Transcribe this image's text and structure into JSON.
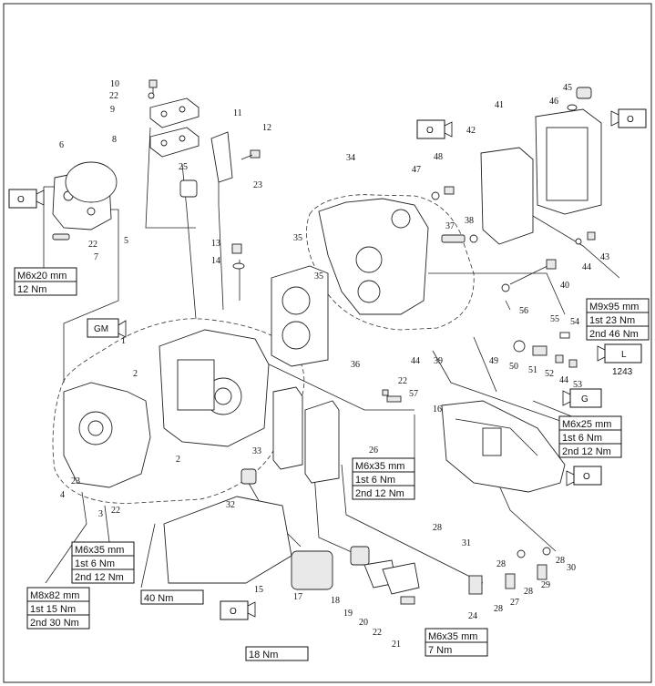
{
  "parts": [
    {
      "n": "1"
    },
    {
      "n": "2"
    },
    {
      "n": "2"
    },
    {
      "n": "3"
    },
    {
      "n": "4"
    },
    {
      "n": "5"
    },
    {
      "n": "6"
    },
    {
      "n": "7"
    },
    {
      "n": "8"
    },
    {
      "n": "9"
    },
    {
      "n": "10"
    },
    {
      "n": "11"
    },
    {
      "n": "12"
    },
    {
      "n": "13"
    },
    {
      "n": "14"
    },
    {
      "n": "15"
    },
    {
      "n": "16"
    },
    {
      "n": "17"
    },
    {
      "n": "18"
    },
    {
      "n": "19"
    },
    {
      "n": "20"
    },
    {
      "n": "21"
    },
    {
      "n": "22"
    },
    {
      "n": "22"
    },
    {
      "n": "22"
    },
    {
      "n": "22"
    },
    {
      "n": "22"
    },
    {
      "n": "23"
    },
    {
      "n": "23"
    },
    {
      "n": "24"
    },
    {
      "n": "25"
    },
    {
      "n": "26"
    },
    {
      "n": "27"
    },
    {
      "n": "28"
    },
    {
      "n": "28"
    },
    {
      "n": "28"
    },
    {
      "n": "28"
    },
    {
      "n": "28"
    },
    {
      "n": "29"
    },
    {
      "n": "30"
    },
    {
      "n": "31"
    },
    {
      "n": "32"
    },
    {
      "n": "33"
    },
    {
      "n": "34"
    },
    {
      "n": "35"
    },
    {
      "n": "35"
    },
    {
      "n": "36"
    },
    {
      "n": "37"
    },
    {
      "n": "38"
    },
    {
      "n": "39"
    },
    {
      "n": "40"
    },
    {
      "n": "41"
    },
    {
      "n": "42"
    },
    {
      "n": "43"
    },
    {
      "n": "44"
    },
    {
      "n": "44"
    },
    {
      "n": "44"
    },
    {
      "n": "45"
    },
    {
      "n": "46"
    },
    {
      "n": "47"
    },
    {
      "n": "48"
    },
    {
      "n": "49"
    },
    {
      "n": "50"
    },
    {
      "n": "51"
    },
    {
      "n": "52"
    },
    {
      "n": "53"
    },
    {
      "n": "54"
    },
    {
      "n": "55"
    },
    {
      "n": "56"
    },
    {
      "n": "57"
    }
  ],
  "specs": {
    "s1": {
      "l1": "M6x20 mm",
      "l2": "12 Nm"
    },
    "s2": {
      "l1": "M9x95 mm",
      "l2": "1st  23 Nm",
      "l3": "2nd 46 Nm"
    },
    "s3": {
      "l1": "M6x25 mm",
      "l2": "1st   6 Nm",
      "l3": "2nd 12 Nm"
    },
    "s4": {
      "l1": "M6x35 mm",
      "l2": "1st   6 Nm",
      "l3": "2nd 12 Nm"
    },
    "s5": {
      "l1": "M6x35 mm",
      "l2": "1st   6 Nm",
      "l3": "2nd 12 Nm"
    },
    "s6": {
      "l1": "M8x82 mm",
      "l2": "1st  15 Nm",
      "l3": "2nd 30 Nm"
    },
    "s7": {
      "l1": "40 Nm"
    },
    "s8": {
      "l1": "18 Nm"
    },
    "s9": {
      "l1": "M6x35 mm",
      "l2": "7 Nm"
    }
  },
  "tags": {
    "o1": "O",
    "o2": "O",
    "o3": "O",
    "o4": "O",
    "o5": "O",
    "gm": "GM",
    "g": "G",
    "l": "L",
    "l_code": "1243"
  }
}
